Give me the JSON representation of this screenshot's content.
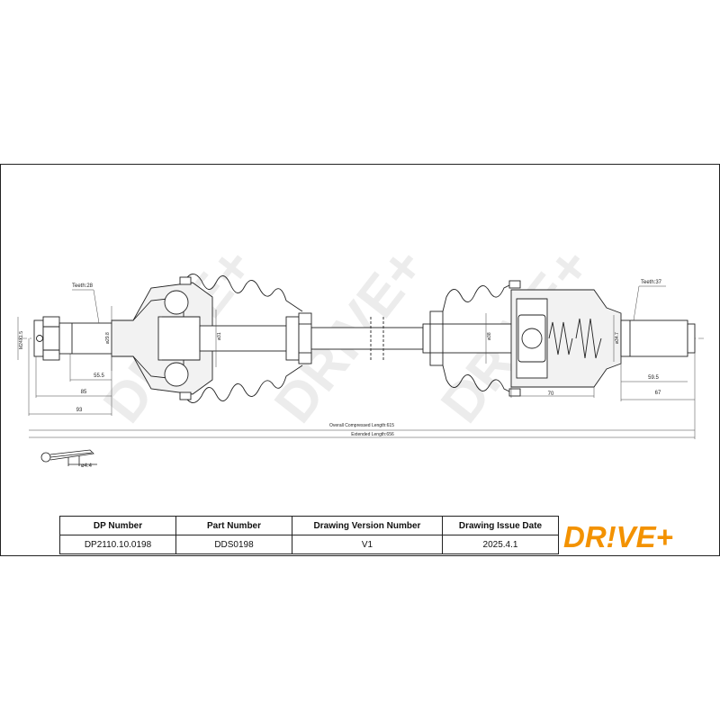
{
  "drawing": {
    "teeth_left": "Teeth:28",
    "teeth_right": "Teeth:37",
    "thread": "M24X1.5",
    "dia_left_stub": "ø29.8",
    "dia_left_shaft": "ø31",
    "dia_right_shaft": "ø38",
    "dia_right_stub": "ø34.7",
    "dim_55_5": "55.5",
    "dim_85": "85",
    "dim_93": "93",
    "dim_70": "70",
    "dim_59_5": "59.5",
    "dim_67": "67",
    "overall_compressed": "Overall Compressed Length:615",
    "extended": "Extended Length:656",
    "pin_dia": "ø4.4",
    "watermark": "DRIVE+"
  },
  "table": {
    "headers": [
      "DP Number",
      "Part Number",
      "Drawing Version Number",
      "Drawing Issue Date"
    ],
    "values": [
      "DP2110.10.0198",
      "DDS0198",
      "V1",
      "2025.4.1"
    ]
  },
  "brand": {
    "logo_text": "DR!VE+",
    "color": "#f39200"
  }
}
